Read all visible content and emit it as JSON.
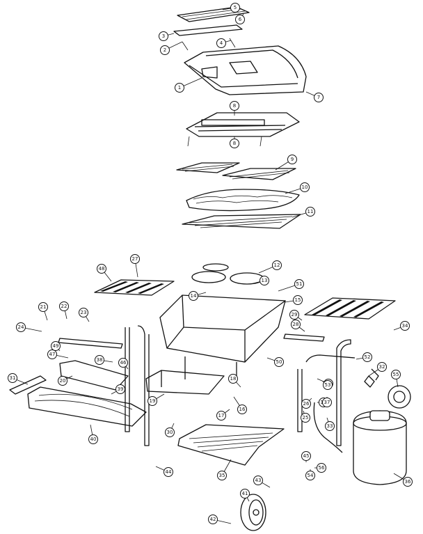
{
  "diagram": {
    "callouts": [
      "1",
      "2",
      "3",
      "4",
      "5",
      "6",
      "7",
      "8",
      "8",
      "9",
      "10",
      "11",
      "12",
      "13",
      "14",
      "15",
      "16",
      "16",
      "17",
      "18",
      "19",
      "20",
      "21",
      "22",
      "23",
      "24",
      "25",
      "26",
      "27",
      "27",
      "28",
      "29",
      "30",
      "31",
      "32",
      "33",
      "34",
      "35",
      "36",
      "37",
      "38",
      "39",
      "40",
      "41",
      "42",
      "43",
      "44",
      "45",
      "46",
      "47",
      "48",
      "49",
      "50",
      "51",
      "52",
      "53",
      "54",
      "55",
      "56"
    ]
  }
}
